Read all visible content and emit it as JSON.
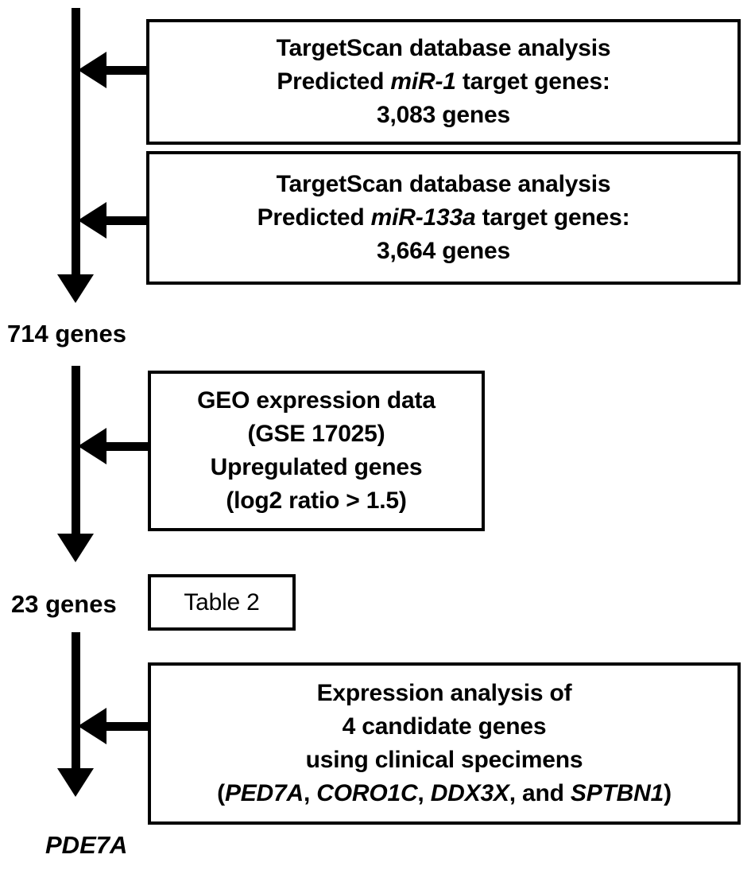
{
  "figure": {
    "type": "flowchart",
    "orientation": "top-to-bottom",
    "boxes": [
      {
        "id": "targetscan-mir1",
        "lines": [
          {
            "segments": [
              {
                "text": "TargetScan database analysis",
                "style": "normal"
              }
            ]
          },
          {
            "segments": [
              {
                "text": "Predicted ",
                "style": "normal"
              },
              {
                "text": "miR-1",
                "style": "italic"
              },
              {
                "text": " target genes:",
                "style": "normal"
              }
            ]
          },
          {
            "segments": [
              {
                "text": "3,083 genes",
                "style": "normal"
              }
            ]
          }
        ]
      },
      {
        "id": "targetscan-mir133a",
        "lines": [
          {
            "segments": [
              {
                "text": "TargetScan database analysis",
                "style": "normal"
              }
            ]
          },
          {
            "segments": [
              {
                "text": "Predicted ",
                "style": "normal"
              },
              {
                "text": "miR-133a",
                "style": "italic"
              },
              {
                "text": " target genes:",
                "style": "normal"
              }
            ]
          },
          {
            "segments": [
              {
                "text": "3,664 genes",
                "style": "normal"
              }
            ]
          }
        ]
      },
      {
        "id": "geo-expression",
        "lines": [
          {
            "segments": [
              {
                "text": "GEO expression data",
                "style": "normal"
              }
            ]
          },
          {
            "segments": [
              {
                "text": "(GSE 17025)",
                "style": "normal"
              }
            ]
          },
          {
            "segments": [
              {
                "text": "Upregulated genes",
                "style": "normal"
              }
            ]
          },
          {
            "segments": [
              {
                "text": "(log2 ratio > 1.5)",
                "style": "normal"
              }
            ]
          }
        ]
      },
      {
        "id": "table-2",
        "lines": [
          {
            "segments": [
              {
                "text": "Table 2",
                "style": "normal"
              }
            ]
          }
        ]
      },
      {
        "id": "expression-analysis",
        "lines": [
          {
            "segments": [
              {
                "text": "Expression analysis of",
                "style": "normal"
              }
            ]
          },
          {
            "segments": [
              {
                "text": "4 candidate genes",
                "style": "normal"
              }
            ]
          },
          {
            "segments": [
              {
                "text": "using clinical specimens",
                "style": "normal"
              }
            ]
          },
          {
            "segments": [
              {
                "text": "(",
                "style": "normal"
              },
              {
                "text": "PED7A",
                "style": "italic"
              },
              {
                "text": ", ",
                "style": "normal"
              },
              {
                "text": "CORO1C",
                "style": "italic"
              },
              {
                "text": ", ",
                "style": "normal"
              },
              {
                "text": "DDX3X",
                "style": "italic"
              },
              {
                "text": ", and ",
                "style": "normal"
              },
              {
                "text": "SPTBN1",
                "style": "italic"
              },
              {
                "text": ")",
                "style": "normal"
              }
            ]
          }
        ]
      }
    ],
    "labels": [
      {
        "id": "genes-714",
        "text": "714 genes"
      },
      {
        "id": "genes-23",
        "text": "23 genes"
      },
      {
        "id": "pde7a",
        "text": "PDE7A"
      }
    ],
    "colors": {
      "stroke": "#000000",
      "fill": "#ffffff",
      "text": "#000000"
    }
  }
}
